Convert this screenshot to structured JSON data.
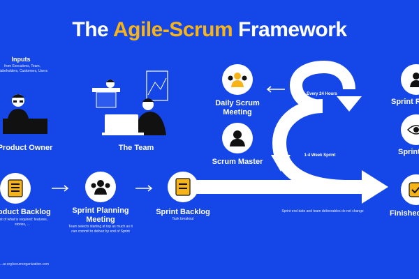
{
  "title": {
    "prefix": "The ",
    "highlight": "Agile-Scrum",
    "suffix": " Framework"
  },
  "colors": {
    "background": "#1546e8",
    "accent": "#f6b419",
    "text": "#ffffff",
    "dark": "#111111"
  },
  "inputs": {
    "heading": "Inputs",
    "description": "from Executives, Team, Stakeholders, Customers, Users"
  },
  "product_owner": {
    "label": "Product Owner",
    "icon": "person-at-desk-icon"
  },
  "team": {
    "label": "The Team",
    "icon": "team-working-icon"
  },
  "product_backlog": {
    "label": "Product Backlog",
    "description": "List of what is required: features, stories, ...",
    "icon": "document-list-icon"
  },
  "sprint_planning": {
    "label": "Sprint Planning Meeting",
    "description": "Team selects starting at top as much as it can commit to deliver by end of Sprint",
    "icon": "people-group-icon"
  },
  "sprint_backlog": {
    "label": "Sprint Backlog",
    "description": "Task breakout",
    "icon": "document-icon"
  },
  "daily_scrum": {
    "label": "Daily Scrum Meeting",
    "icon": "people-group-icon"
  },
  "scrum_master": {
    "label": "Scrum Master",
    "icon": "person-icon"
  },
  "cycle": {
    "every": "Every 24 Hours",
    "sprint_length": "1-4 Week Sprint",
    "note": "Sprint end date and team deliverables do not change"
  },
  "right_column": {
    "review": "Sprint Review",
    "retrospective": "Sprint Retrospective",
    "finished": "Finished Work",
    "review_icon": "people-group-icon",
    "retro_icon": "eye-icon",
    "finished_icon": "checkmark-icon"
  },
  "footer": {
    "credit": "...ar.org/scrumorganization.com"
  }
}
